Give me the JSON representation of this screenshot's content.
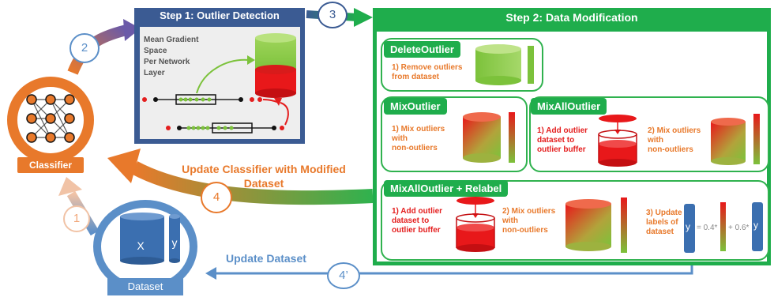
{
  "classifier": {
    "label": "Classifier"
  },
  "dataset": {
    "label": "Dataset",
    "x_label": "X",
    "y_label": "y"
  },
  "step1": {
    "title": "Step 1: Outlier Detection",
    "description": [
      "Mean Gradient",
      "Space",
      "Per Network",
      "Layer"
    ]
  },
  "step2": {
    "title": "Step 2: Data Modification"
  },
  "numbers": {
    "n1": "1",
    "n2": "2",
    "n3": "3",
    "n4": "4",
    "n4p": "4’"
  },
  "arrows": {
    "update_classifier": [
      "Update Classifier with Modified",
      "Dataset"
    ],
    "update_dataset": "Update Dataset"
  },
  "panels": {
    "delete_outlier": {
      "title": "DeleteOutlier",
      "text": [
        "1) Remove outliers",
        "from dataset"
      ]
    },
    "mix_outlier": {
      "title": "MixOutlier",
      "text": [
        "1) Mix outliers",
        "with",
        "non-outliers"
      ]
    },
    "mix_all_outlier": {
      "title": "MixAllOutlier",
      "step1": [
        "1) Add outlier",
        "dataset to",
        "outlier buffer"
      ],
      "step2": [
        "2) Mix outliers",
        "with",
        "non-outliers"
      ]
    },
    "mix_all_outlier_relabel": {
      "title": "MixAllOutlier + Relabel",
      "step1": [
        "1) Add outlier",
        "dataset to",
        "outlier buffer"
      ],
      "step2": [
        "2) Mix outliers",
        "with",
        "non-outliers"
      ],
      "step3": [
        "3) Update",
        "labels of",
        "dataset"
      ],
      "formula": {
        "y1": "y",
        "eq": "= 0.4*",
        "plus": "+ 0.6*",
        "y2": "y"
      }
    }
  },
  "colors": {
    "green": "#1fad4c",
    "orange": "#e8792b",
    "red": "#e41e1e",
    "blue": "#5b8fc8",
    "navy": "#3b5b93"
  }
}
